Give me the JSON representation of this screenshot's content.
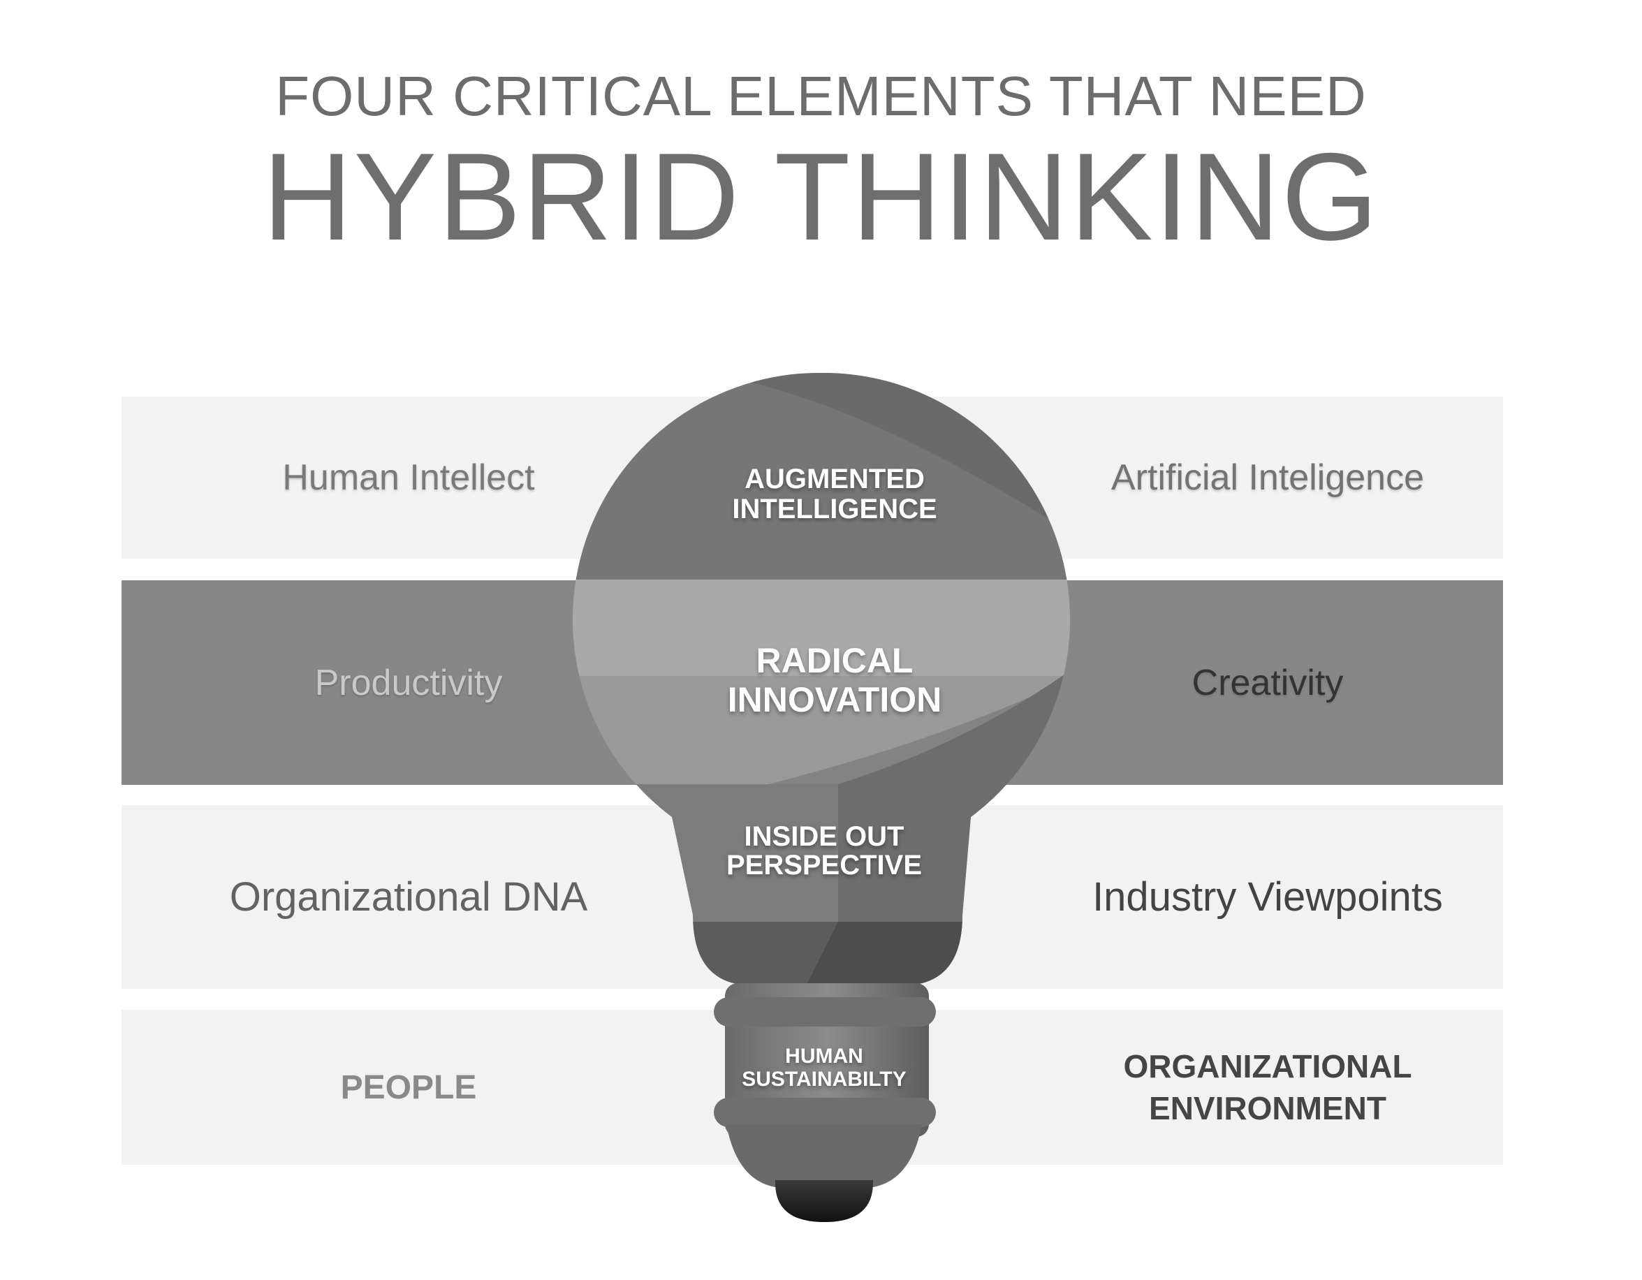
{
  "title": {
    "line1": "FOUR CRITICAL ELEMENTS THAT NEED",
    "line2": "HYBRID THINKING"
  },
  "rows": [
    {
      "left": "Human Intellect",
      "center": [
        "AUGMENTED",
        "INTELLIGENCE"
      ],
      "right": "Artificial Inteligence"
    },
    {
      "left": "Productivity",
      "center": [
        "RADICAL",
        "INNOVATION"
      ],
      "right": "Creativity"
    },
    {
      "left": "Organizational DNA",
      "center": [
        "INSIDE OUT",
        "PERSPECTIVE"
      ],
      "right": "Industry Viewpoints"
    },
    {
      "left": "PEOPLE",
      "center": [
        "HUMAN",
        "SUSTAINABILTY"
      ],
      "right": [
        "ORGANIZATIONAL",
        "ENVIRONMENT"
      ]
    }
  ],
  "colors": {
    "band_light": "#f2f2f2",
    "band_dark": "#878787",
    "bulb_top": "#777777",
    "bulb_mid": "#9a9a9a",
    "bulb_base": "#5a5a5a",
    "bulb_tip": "#1a1a1a"
  }
}
